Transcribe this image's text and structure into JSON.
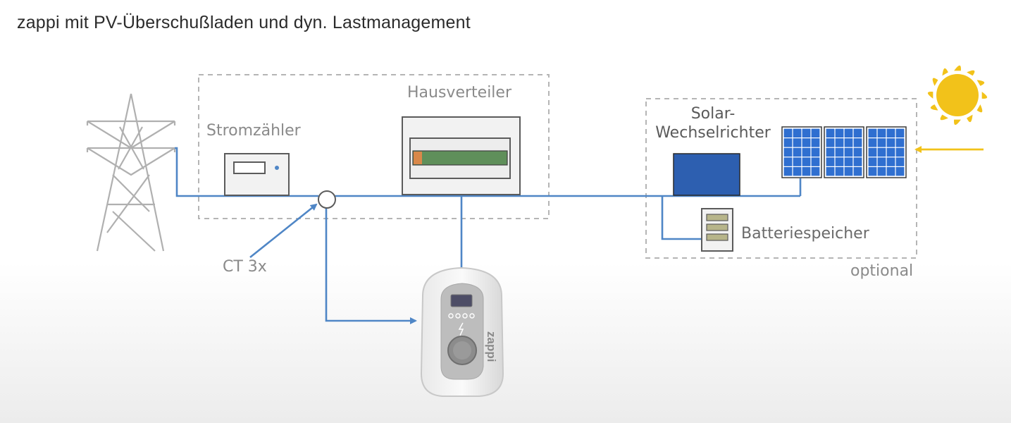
{
  "title": "zappi mit PV-Überschußladen und dyn. Lastmanagement",
  "labels": {
    "meter": "Stromzähler",
    "distribution": "Hausverteiler",
    "inverter_line1": "Solar-",
    "inverter_line2": "Wechselrichter",
    "battery": "Batteriespeicher",
    "ct": "CT 3x",
    "optional": "optional",
    "charger_brand": "zappi"
  },
  "colors": {
    "line": "#4f86c6",
    "dashed_box": "#b5b5b5",
    "panel": "#2f6fd0",
    "sun": "#f2c21a",
    "inverter": "#2d5fb0"
  }
}
